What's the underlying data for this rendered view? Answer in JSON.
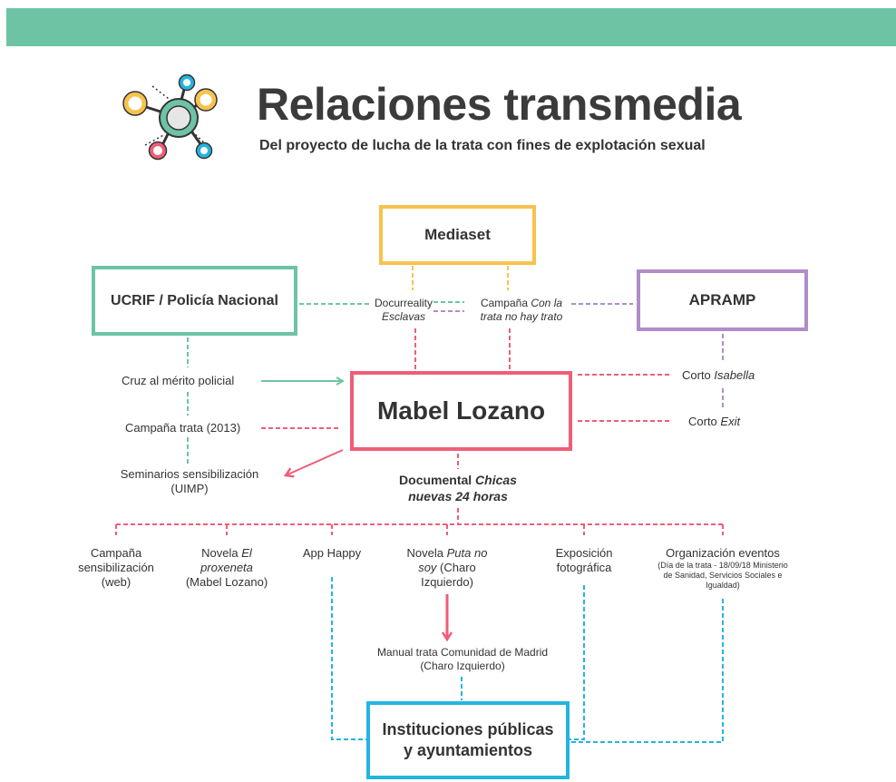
{
  "header": {
    "title": "Relaciones transmedia",
    "subtitle": "Del proyecto de lucha de la trata con fines de explotación sexual"
  },
  "colors": {
    "green": "#6dc4a4",
    "yellow": "#f7c24d",
    "purple": "#b08cc8",
    "pink": "#ef5e78",
    "blue": "#23b5e0"
  },
  "icon": "network-nodes-icon",
  "boxes": {
    "mediaset": "Mediaset",
    "ucrif": "UCRIF / Policía Nacional",
    "apramp": "APRAMP",
    "center": "Mabel Lozano",
    "institutions_1": "Instituciones públicas",
    "institutions_2": "y ayuntamientos"
  },
  "labels": {
    "docurreality_1": "Docurreality",
    "docurreality_2": "Esclavas",
    "campaign_tv_1": "Campaña",
    "campaign_tv_1b": "Con la",
    "campaign_tv_2": "trata no hay trato",
    "cruz": "Cruz al mérito policial",
    "campana_2013": "Campaña trata (2013)",
    "seminarios_1": "Seminarios sensibilización",
    "seminarios_2": "(UIMP)",
    "corto_isabella_1": "Corto",
    "corto_isabella_2": "Isabella",
    "corto_exit_1": "Corto",
    "corto_exit_2": "Exit",
    "documental_1": "Documental",
    "documental_1b": "Chicas",
    "documental_2": "nuevas 24 horas",
    "campana_web_1": "Campaña",
    "campana_web_2": "sensibilización",
    "campana_web_3": "(web)",
    "novela_1": "Novela",
    "novela_1b": "El",
    "novela_2": "proxeneta",
    "novela_3": "(Mabel Lozano)",
    "app": "App Happy",
    "puta_1": "Novela",
    "puta_1b": "Puta no",
    "puta_2": "soy",
    "puta_2b": "(Charo",
    "puta_3": "Izquierdo)",
    "expo_1": "Exposición",
    "expo_2": "fotográfica",
    "eventos_1": "Organización eventos",
    "eventos_2": "(Día de la trata - 18/09/18 Ministerio",
    "eventos_3": "de Sanidad, Servicios Sociales e",
    "eventos_4": "Igualdad)",
    "manual_1": "Manual trata Comunidad de Madrid",
    "manual_2": "(Charo Izquierdo)"
  }
}
